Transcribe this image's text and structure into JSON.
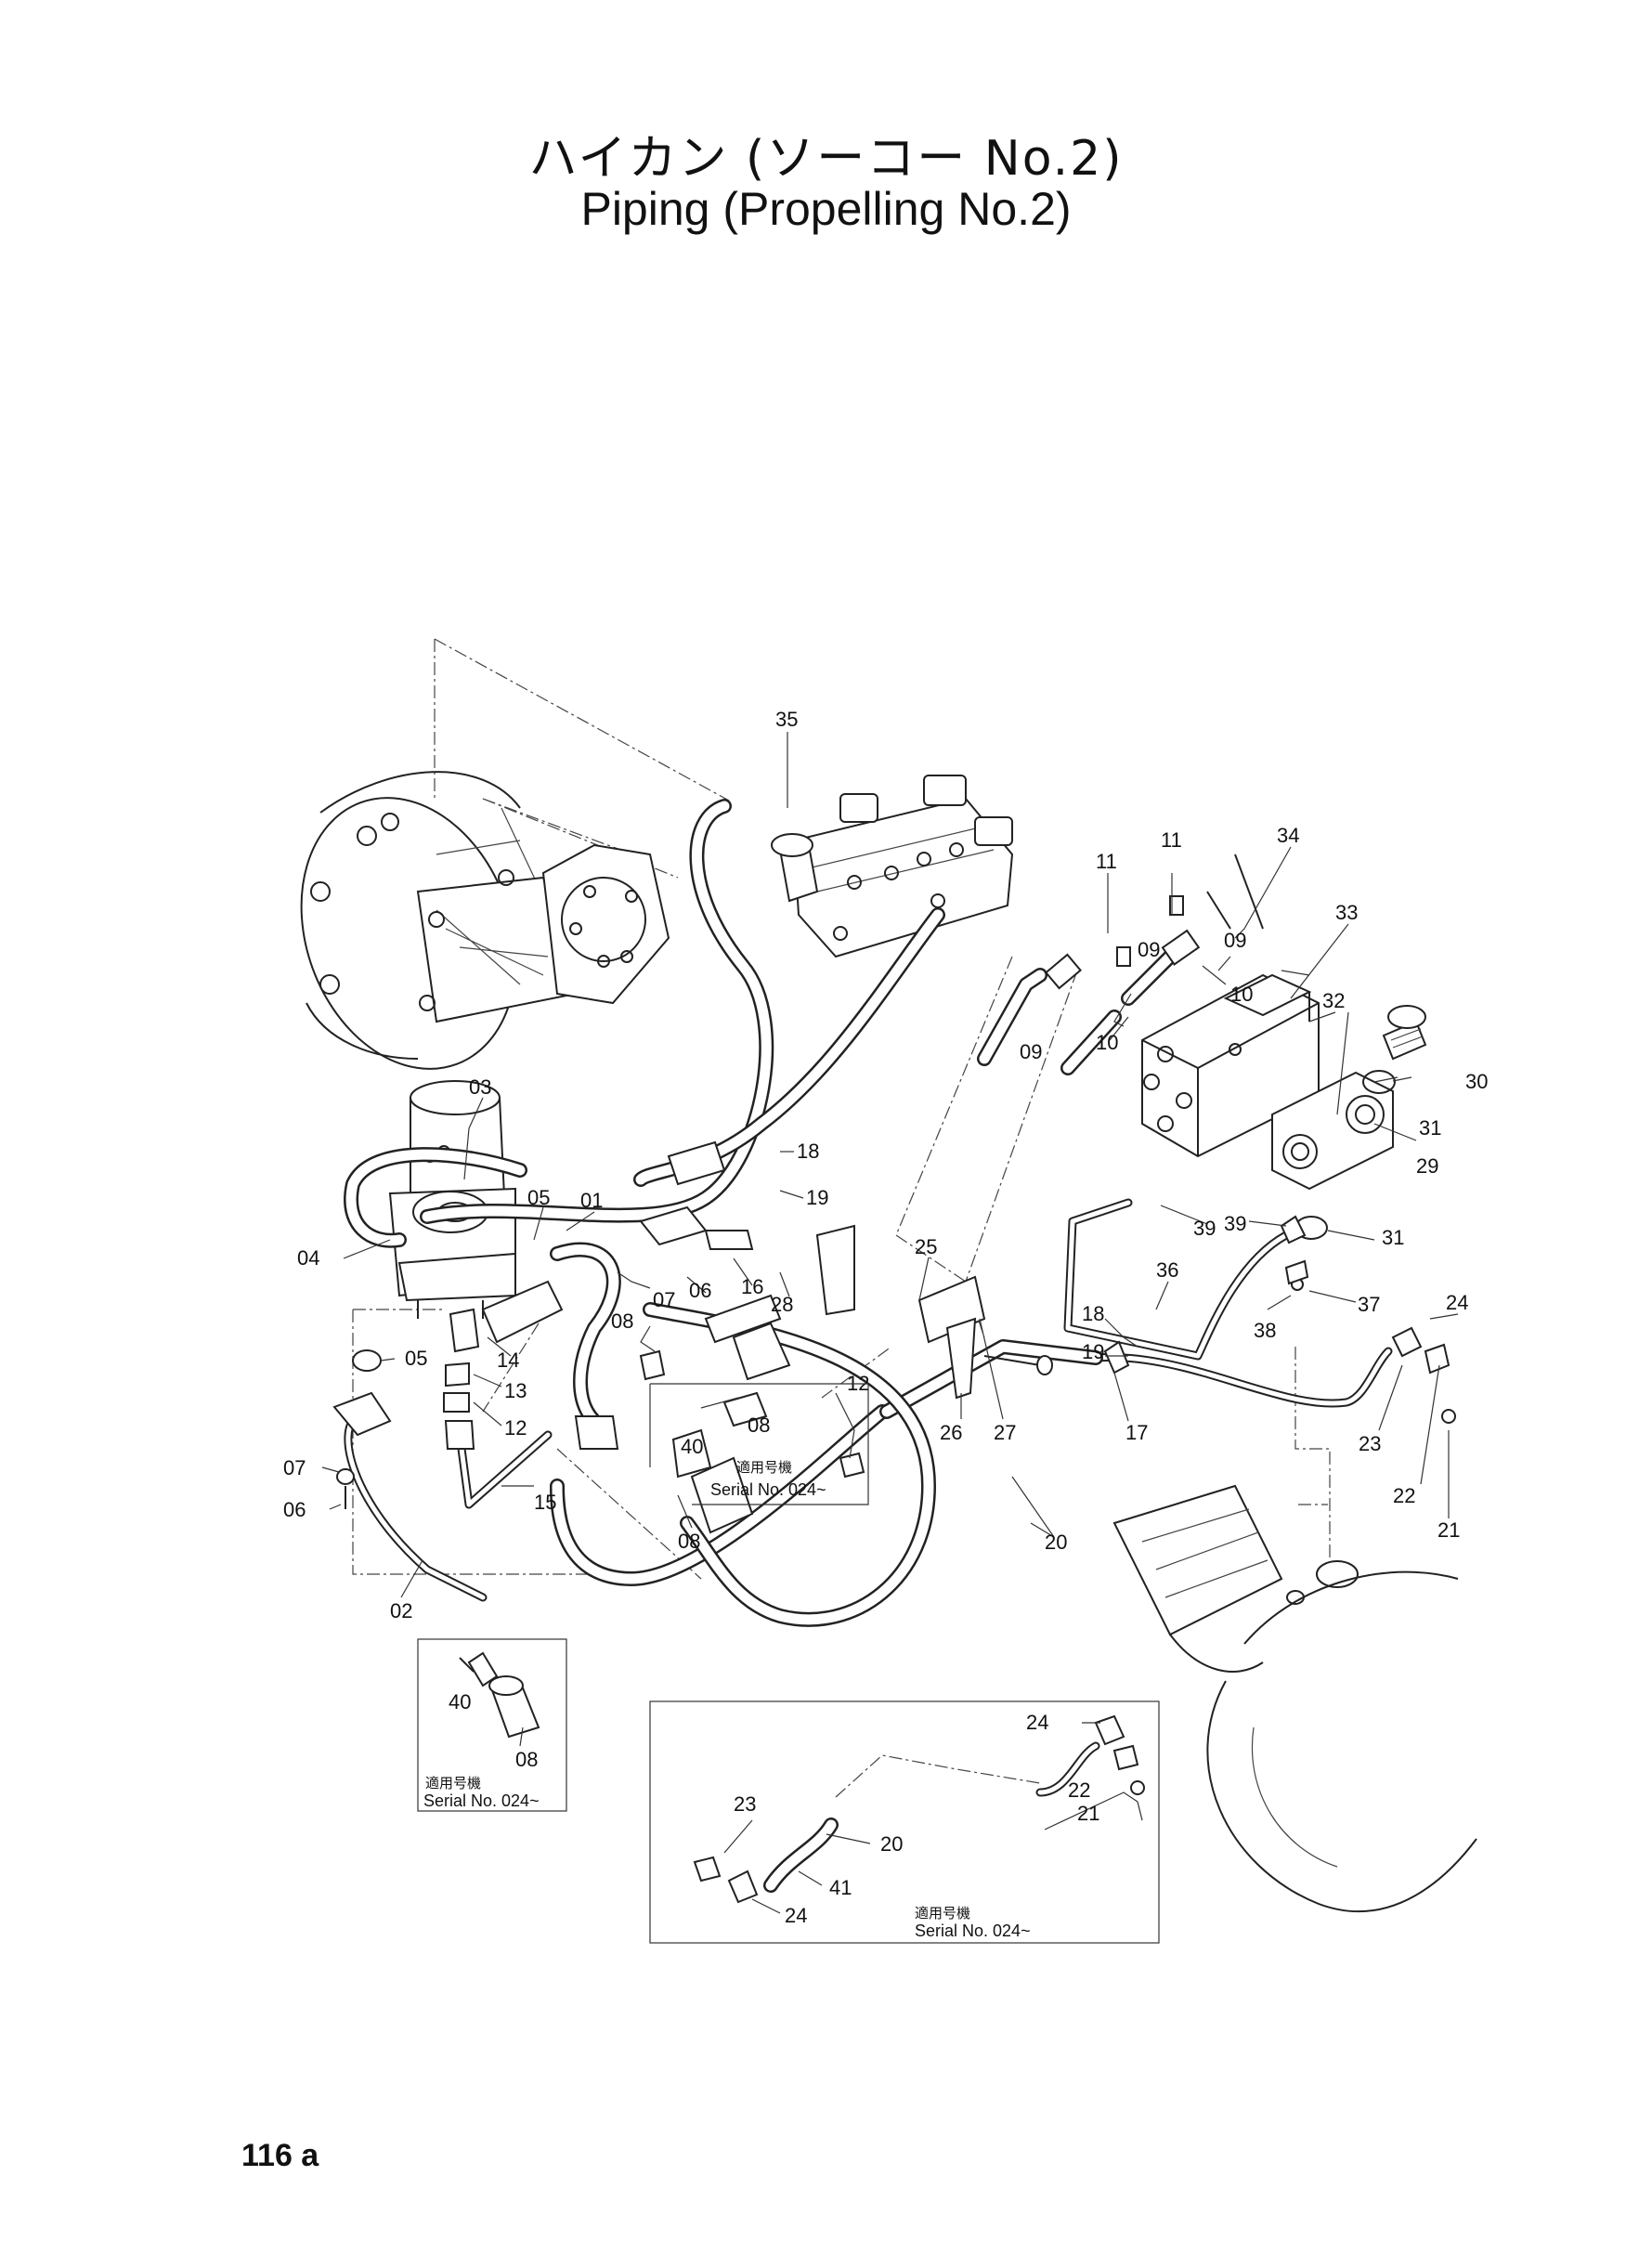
{
  "header": {
    "title_ja": "ハイカン (ソーコー No.2)",
    "title_en": "Piping (Propelling No.2)"
  },
  "footer": {
    "page_number": "116 a"
  },
  "callouts": {
    "c35": "35",
    "c34": "34",
    "c33": "33",
    "c32": "32",
    "c30": "30",
    "c31a": "31",
    "c29": "29",
    "c31b": "31",
    "c11a": "11",
    "c11b": "11",
    "c09a": "09",
    "c09b": "09",
    "c09c": "09",
    "c10a": "10",
    "c10b": "10",
    "c03": "03",
    "c05a": "05",
    "c01": "01",
    "c04": "04",
    "c18a": "18",
    "c19a": "19",
    "c07a": "07",
    "c06a": "06",
    "c16": "16",
    "c25": "25",
    "c28": "28",
    "c39a": "39",
    "c39b": "39",
    "c36": "36",
    "c37": "37",
    "c38": "38",
    "c24": "24",
    "c14": "14",
    "c05b": "05",
    "c13": "13",
    "c12a": "12",
    "c08a": "08",
    "c08b": "08",
    "c40a": "40",
    "c12b": "12",
    "c18b": "18",
    "c19b": "19",
    "c17": "17",
    "c26": "26",
    "c27": "27",
    "c23": "23",
    "c22": "22",
    "c21": "21",
    "c07b": "07",
    "c06b": "06",
    "c15": "15",
    "c02": "02",
    "c08c": "08",
    "c20": "20"
  },
  "insets": {
    "main_note": {
      "ja": "適用号機",
      "serial": "Serial No. 024~"
    },
    "left": {
      "c40": "40",
      "c08": "08",
      "ja": "適用号機",
      "serial": "Serial No. 024~"
    },
    "bottom": {
      "c24a": "24",
      "c22": "22",
      "c21": "21",
      "c23": "23",
      "c20": "20",
      "c41": "41",
      "c24b": "24",
      "ja": "適用号機",
      "serial": "Serial No. 024~"
    }
  }
}
